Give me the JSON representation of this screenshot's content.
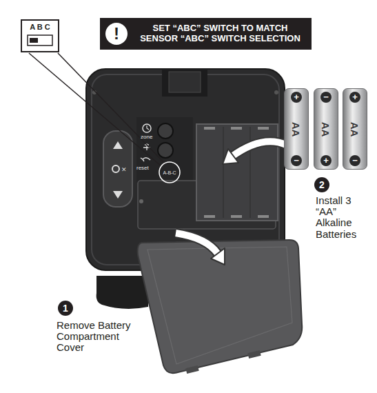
{
  "diagram": {
    "nodes": [
      {
        "text": [
          "A B C"
        ]
      },
      {
        "text": [
          "SET “ABC” SWITCH TO MATCH SENSOR “ABC” SWITCH SELECTION"
        ]
      },
      {
        "text": [
          "!"
        ],
        "in": 1
      },
      {
        "text": [
          "1"
        ]
      },
      {
        "text": [
          "2"
        ]
      },
      {
        "text": [
          "+",
          "AA",
          "−"
        ]
      },
      {
        "text": [
          "−",
          "AA",
          "+"
        ]
      },
      {
        "text": [
          "+",
          "AA",
          "−"
        ]
      }
    ],
    "labels": [
      "zone",
      "reset",
      "A-B-C",
      "Install 3 “AA” Alkaline Batteries",
      "Remove Battery Compartment Cover"
    ]
  }
}
